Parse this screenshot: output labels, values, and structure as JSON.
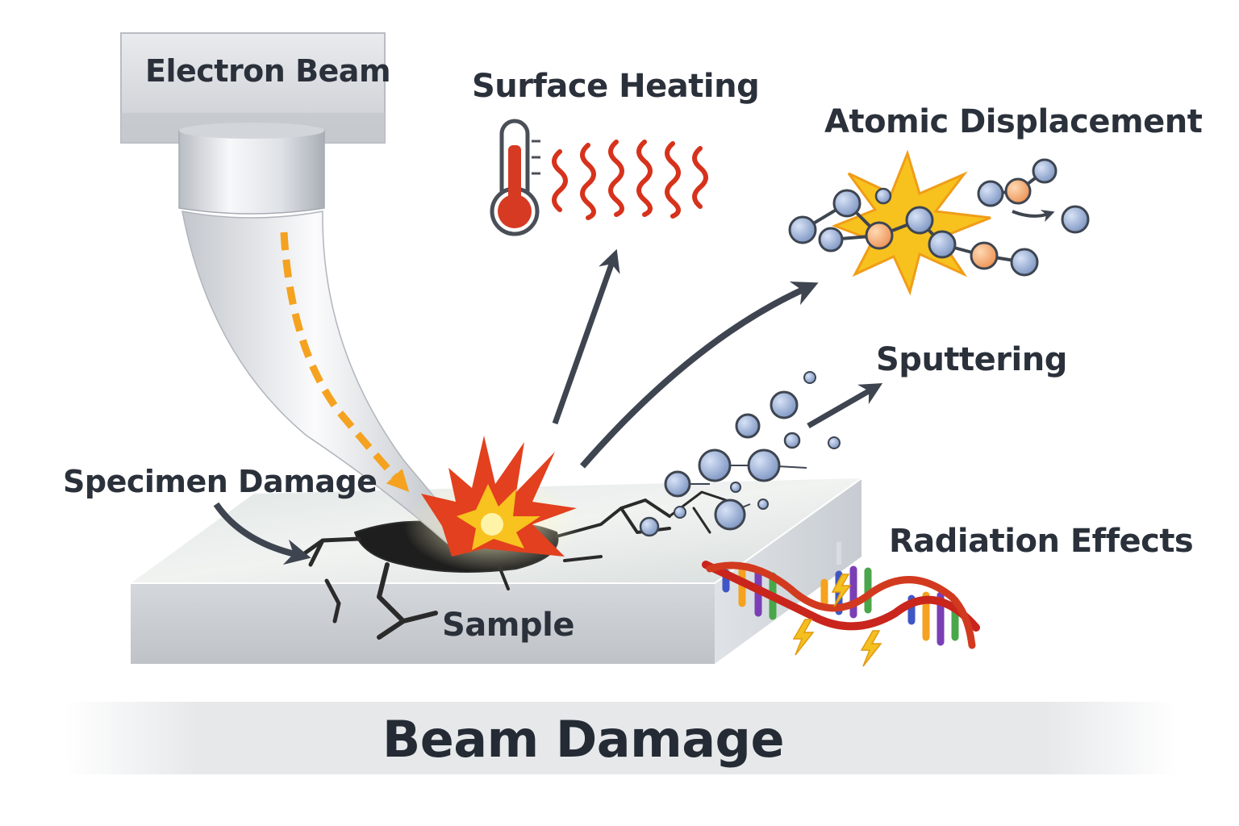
{
  "labels": {
    "electron_beam": "Electron Beam",
    "surface_heating": "Surface Heating",
    "atomic_displacement": "Atomic Displacement",
    "sputtering": "Sputtering",
    "specimen_damage": "Specimen Damage",
    "radiation_effects": "Radiation Effects",
    "sample": "Sample",
    "title": "Beam Damage"
  },
  "colors": {
    "text": "#2b313b",
    "arrow": "#3e4550",
    "atom_blue": "#8fa6cf",
    "atom_orange": "#f2a66b",
    "beam_dash": "#f4a21f",
    "heat_red": "#d73a22",
    "burst_yellow": "#f7c21e"
  },
  "icons": {
    "heating": "thermometer-icon",
    "heat_waves": "heat-wave-icon",
    "radiation": "dna-helix-icon",
    "lightning": "lightning-bolt-icon"
  }
}
